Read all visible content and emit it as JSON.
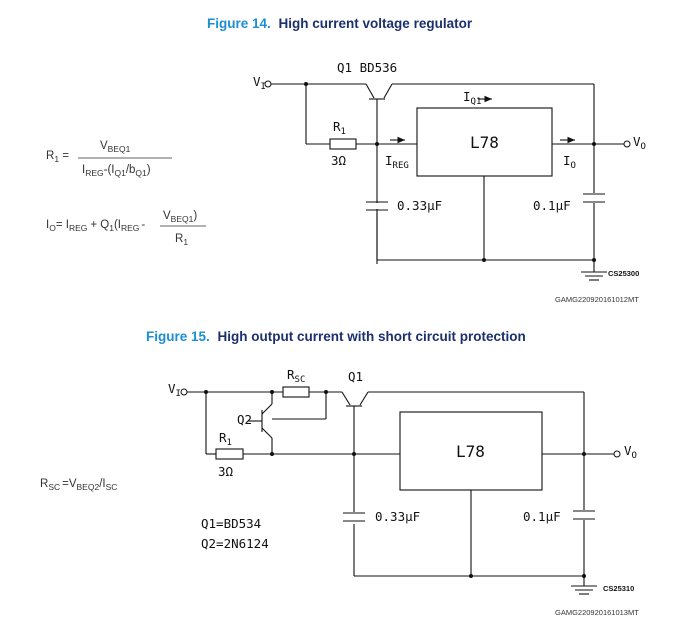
{
  "figure14": {
    "number": "Figure 14.",
    "title": "High current voltage regulator",
    "block": "L78",
    "vin": "V",
    "vin_sub": "I",
    "vout": "V",
    "vout_sub": "O",
    "q1": "Q1  BD536",
    "r1": "R",
    "r1_sub": "1",
    "r1_value": "3Ω",
    "iq1": "I",
    "iq1_sub": "Q1",
    "ireg": "I",
    "ireg_sub": "REG",
    "io": "I",
    "io_sub": "O",
    "cap_in": "0.33µF",
    "cap_out": "0.1µF",
    "ground_code": "CS25300",
    "figure_code": "GAMG220920161012MT",
    "eq1_lhs": "R",
    "eq1_lhs_sub": "1",
    "eq1_num": "V",
    "eq1_num_sub": "BEQ1",
    "eq1_den_a": "I",
    "eq1_den_a_sub": "REG",
    "eq1_den_b": "-(I",
    "eq1_den_b_sub": "Q1",
    "eq1_den_c": "/b",
    "eq1_den_c_sub": "Q1",
    "eq1_den_d": ")",
    "eq2_a": "I",
    "eq2_a_sub": "O",
    "eq2_b": "= I",
    "eq2_b_sub": "REG",
    "eq2_c": "+ Q",
    "eq2_c_sub": "1",
    "eq2_d": "(I",
    "eq2_d_sub": "REG",
    "eq2_e": "-",
    "eq2_num": "V",
    "eq2_num_sub": "BEQ1",
    "eq2_num_close": ")",
    "eq2_den": "R",
    "eq2_den_sub": "1"
  },
  "figure15": {
    "number": "Figure 15.",
    "title": "High output current with short circuit protection",
    "block": "L78",
    "vin": "V",
    "vin_sub": "I",
    "vout": "V",
    "vout_sub": "O",
    "q1": "Q1",
    "q2": "Q2",
    "rsc": "R",
    "rsc_sub": "SC",
    "r1": "R",
    "r1_sub": "1",
    "r1_value": "3Ω",
    "cap_in": "0.33µF",
    "cap_out": "0.1µF",
    "q1_part": "Q1=BD534",
    "q2_part": "Q2=2N6124",
    "ground_code": "CS25310",
    "figure_code": "GAMG220920161013MT",
    "eq_a": "R",
    "eq_a_sub": "SC",
    "eq_b": "=V",
    "eq_b_sub": "BEQ2",
    "eq_c": "/I",
    "eq_c_sub": "SC"
  }
}
